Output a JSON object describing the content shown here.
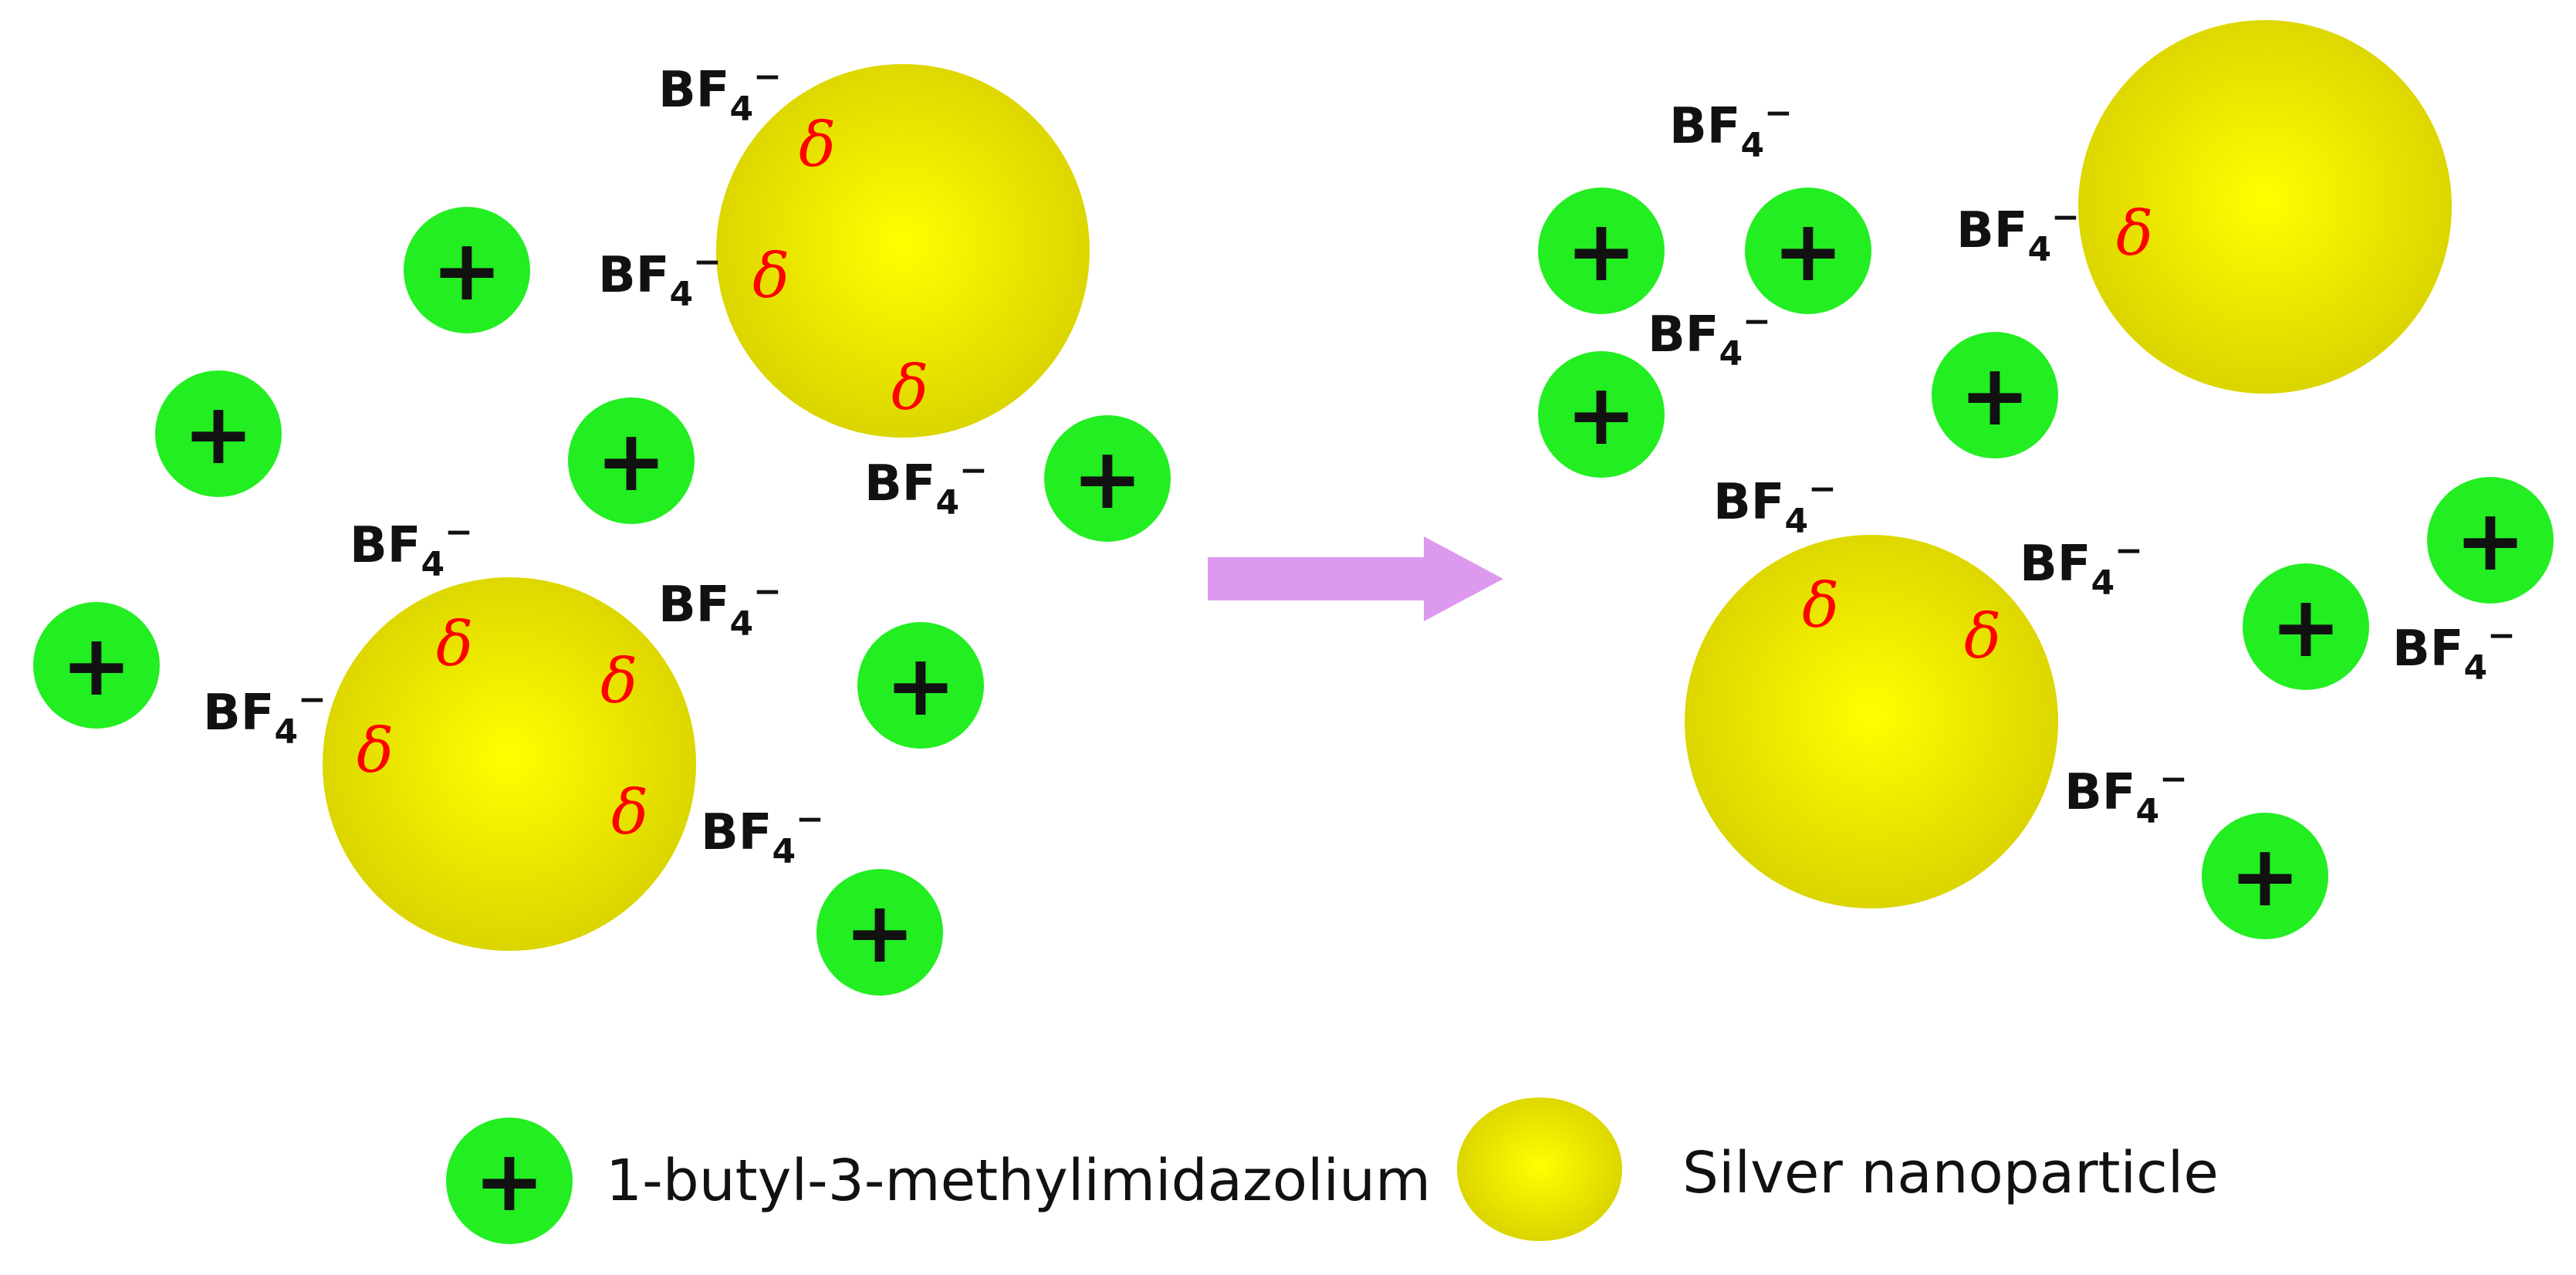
{
  "colors": {
    "cation": "#22ee22",
    "nanoparticle_center": "#ffff00",
    "nanoparticle_edge": "#d9d200",
    "arrow": "#dd99ee",
    "delta": "#ff0000"
  },
  "labels": {
    "anion_main": "BF",
    "anion_sub": "4",
    "anion_sup": "−",
    "partial_charge": "δ",
    "cation_symbol": "+"
  },
  "icons": {
    "cation": "plus-circle-icon",
    "nanoparticle": "sphere-icon",
    "reaction": "arrow-right-icon"
  },
  "legend": {
    "cation_label": "1-butyl-3-methylimidazolium",
    "nanoparticle_label": "Silver nanoparticle"
  }
}
